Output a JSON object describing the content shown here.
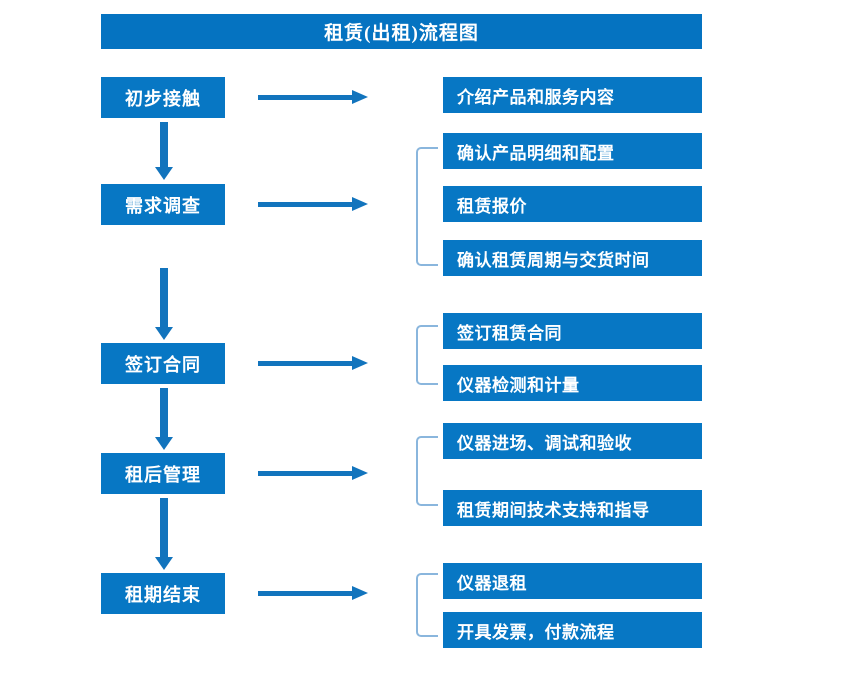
{
  "title": "租赁(出租)流程图",
  "colors": {
    "title_bar": "#0573c1",
    "box": "#0777c4",
    "arrow": "#1274bd",
    "bracket": "#8ab6dd",
    "text": "#ffffff",
    "background": "#ffffff"
  },
  "stages": [
    {
      "label": "初步接触"
    },
    {
      "label": "需求调查"
    },
    {
      "label": "签订合同"
    },
    {
      "label": "租后管理"
    },
    {
      "label": "租期结束"
    }
  ],
  "details": [
    {
      "label": "介绍产品和服务内容"
    },
    {
      "label": "确认产品明细和配置"
    },
    {
      "label": "租赁报价"
    },
    {
      "label": "确认租赁周期与交货时间"
    },
    {
      "label": "签订租赁合同"
    },
    {
      "label": "仪器检测和计量"
    },
    {
      "label": "仪器进场、调试和验收"
    },
    {
      "label": "租赁期间技术支持和指导"
    },
    {
      "label": "仪器退租"
    },
    {
      "label": "开具发票，付款流程"
    }
  ],
  "groups": [
    {
      "stage": "初步接触",
      "details": [
        "介绍产品和服务内容"
      ],
      "bracketed": false
    },
    {
      "stage": "需求调查",
      "details": [
        "确认产品明细和配置",
        "租赁报价",
        "确认租赁周期与交货时间"
      ],
      "bracketed": true
    },
    {
      "stage": "签订合同",
      "details": [
        "签订租赁合同",
        "仪器检测和计量"
      ],
      "bracketed": true
    },
    {
      "stage": "租后管理",
      "details": [
        "仪器进场、调试和验收",
        "租赁期间技术支持和指导"
      ],
      "bracketed": true
    },
    {
      "stage": "租期结束",
      "details": [
        "仪器退租",
        "开具发票，付款流程"
      ],
      "bracketed": true
    }
  ],
  "connectors": {
    "horizontal_arrow_count": 5,
    "vertical_arrow_count": 4,
    "bracket_count": 4
  }
}
